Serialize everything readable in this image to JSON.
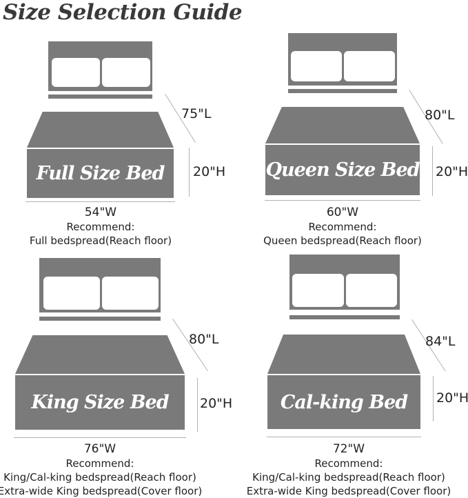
{
  "title": "Size Selection Guide",
  "colors": {
    "bed_gray": "#7a7a7a",
    "pillow": "#ffffff",
    "text": "#222222"
  },
  "beds": [
    {
      "name": "Full Size Bed",
      "length": "75\"L",
      "height": "20\"H",
      "width": "54\"W",
      "recommend_label": "Recommend:",
      "recommend": [
        "Full bedspread(Reach floor)"
      ]
    },
    {
      "name": "Queen Size Bed",
      "length": "80\"L",
      "height": "20\"H",
      "width": "60\"W",
      "recommend_label": "Recommend:",
      "recommend": [
        "Queen bedspread(Reach floor)"
      ]
    },
    {
      "name": "King Size Bed",
      "length": "80\"L",
      "height": "20\"H",
      "width": "76\"W",
      "recommend_label": "Recommend:",
      "recommend": [
        "King/Cal-king bedspread(Reach floor)",
        "Extra-wide King bedspread(Cover floor)"
      ]
    },
    {
      "name": "Cal-king Bed",
      "length": "84\"L",
      "height": "20\"H",
      "width": "72\"W",
      "recommend_label": "Recommend:",
      "recommend": [
        "King/Cal-king bedspread(Reach floor)",
        "Extra-wide King bedspread(Cover floor)"
      ]
    }
  ]
}
